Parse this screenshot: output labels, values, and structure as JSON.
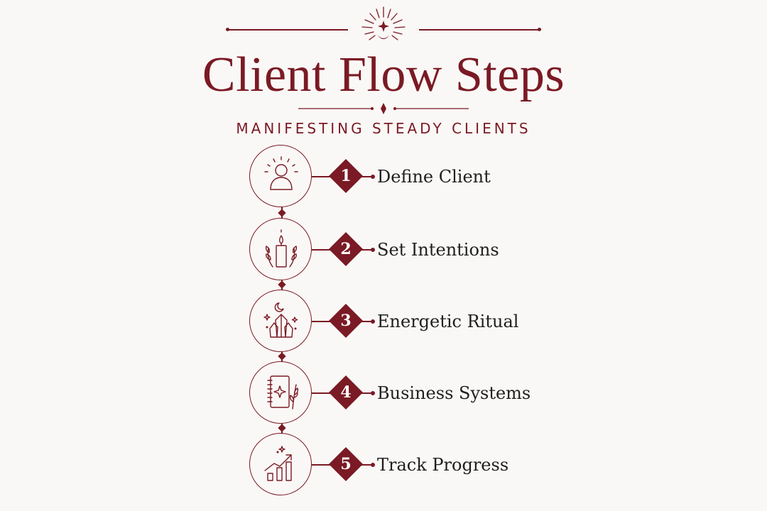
{
  "header": {
    "title": "Client Flow Steps",
    "subtitle": "MANIFESTING STEADY CLIENTS"
  },
  "steps": [
    {
      "number": "1",
      "label": "Define Client",
      "icon": "person-icon"
    },
    {
      "number": "2",
      "label": "Set Intentions",
      "icon": "candle-icon"
    },
    {
      "number": "3",
      "label": "Energetic Ritual",
      "icon": "crystal-icon"
    },
    {
      "number": "4",
      "label": "Business Systems",
      "icon": "notebook-icon"
    },
    {
      "number": "5",
      "label": "Track Progress",
      "icon": "growth-chart-icon"
    }
  ],
  "colors": {
    "accent": "#7a1a24",
    "background": "#faf8f6",
    "text": "#1f1f1f"
  }
}
